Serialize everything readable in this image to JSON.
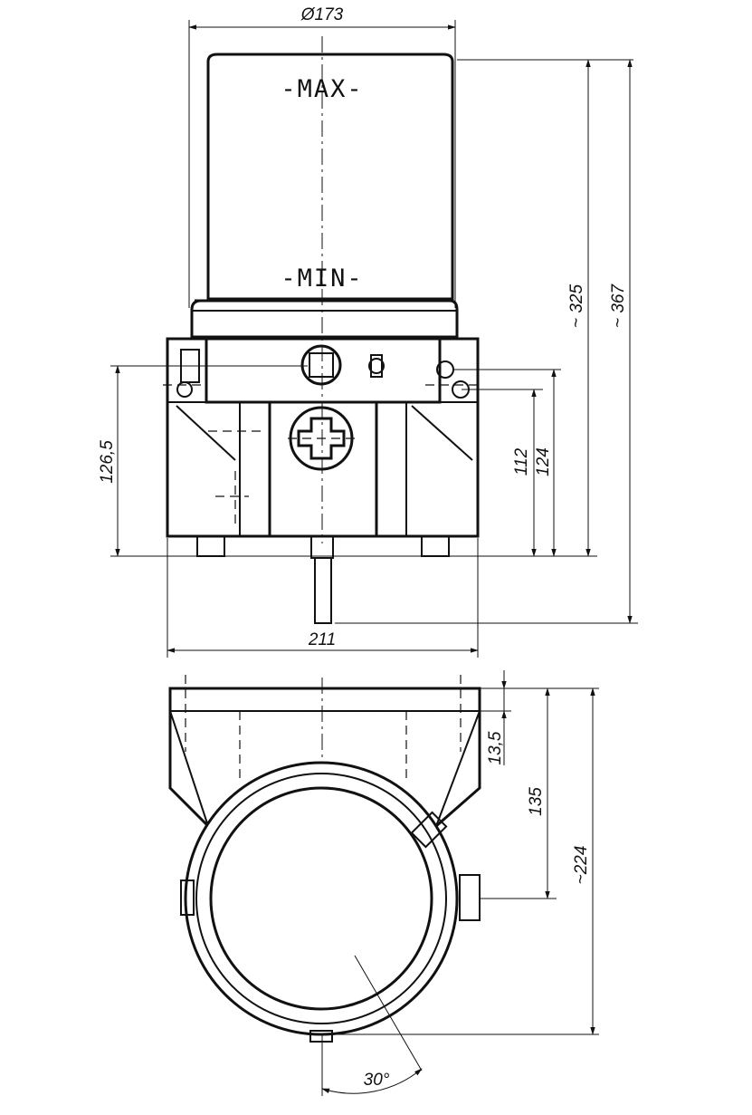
{
  "front_view": {
    "diameter_label": "Ø173",
    "max_label": "-MAX-",
    "min_label": "-MIN-",
    "height_325": "~ 325",
    "height_367": "~ 367",
    "mount_126_5": "126,5",
    "mount_112": "112",
    "mount_124": "124",
    "width_211": "211"
  },
  "top_view": {
    "offset_13_5": "13,5",
    "depth_135": "135",
    "depth_224": "~224",
    "angle_30": "30°"
  }
}
